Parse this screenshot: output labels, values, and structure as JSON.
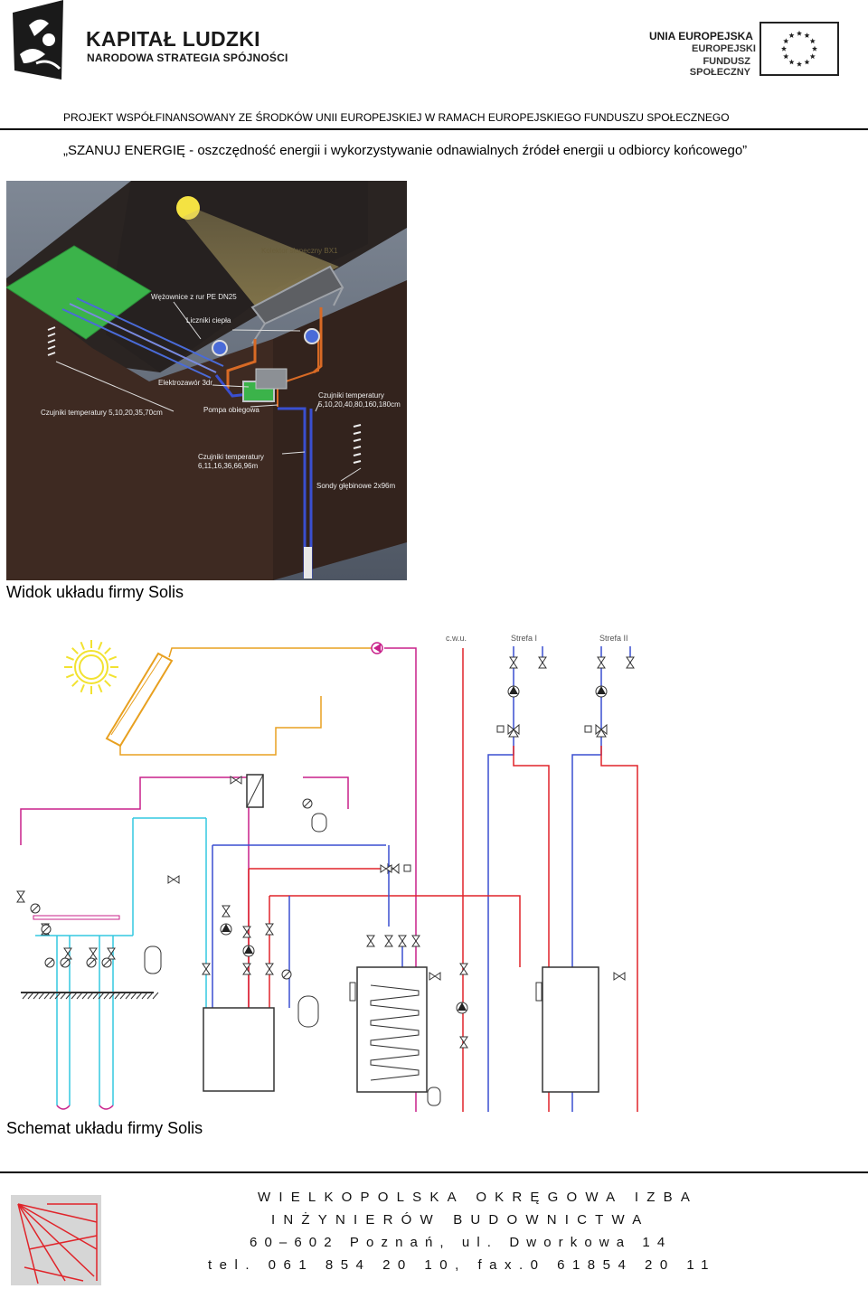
{
  "header": {
    "logo_left": {
      "name": "KAPITAŁ LUDZKI",
      "subtitle": "NARODOWA STRATEGIA SPÓJNOŚCI"
    },
    "logo_right": {
      "line1": "UNIA EUROPEJSKA",
      "line2": "EUROPEJSKI",
      "line3": "FUNDUSZ SPOŁECZNY"
    },
    "project_line": "PROJEKT WSPÓŁFINANSOWANY ZE ŚRODKÓW UNII EUROPEJSKIEJ W RAMACH EUROPEJSKIEGO FUNDUSZU SPOŁECZNEGO",
    "title": "„SZANUJ ENERGIĘ - oszczędność energii i wykorzystywanie odnawialnych źródeł energii u odbiorcy końcowego”"
  },
  "figure1": {
    "labels": {
      "collector": "Kolektor słoneczny BX1",
      "coils": "Wężownice z rur PE DN25",
      "meters": "Liczniki ciepła",
      "valve": "Elektrozawór 3dr",
      "pump": "Pompa obiegowa",
      "sensors_temp_a": "Czujniki temperatury 5,10,20,35,70cm",
      "sensors_temp_b_1": "Czujniki temperatury",
      "sensors_temp_b_2": "5,10,20,40,80,160,180cm",
      "sensors_temp_c_1": "Czujniki temperatury",
      "sensors_temp_c_2": "6,11,16,36,66,96m",
      "probes": "Sondy głębinowe 2x96m"
    },
    "caption": "Widok układu firmy Solis"
  },
  "figure2": {
    "labels": {
      "cwu": "c.w.u.",
      "zone1": "Strefa I",
      "zone2": "Strefa II"
    },
    "caption": "Schemat układu firmy Solis"
  },
  "footer": {
    "line1": "WIELKOPOLSKA OKRĘGOWA IZBA",
    "line2": "INŻYNIERÓW BUDOWNICTWA",
    "line3": "60–602 Poznań, ul. Dworkowa 14",
    "line4": "tel. 061 854 20 10, fax.0 61854 20 11"
  },
  "colors": {
    "soil": "#3e2a22",
    "grass": "#3bb34a",
    "supply_red": "#e0242a",
    "return_blue": "#3a4fd0",
    "brine_cyan": "#34c8e0",
    "magenta": "#c8208a",
    "solar_orange": "#e8a020"
  }
}
